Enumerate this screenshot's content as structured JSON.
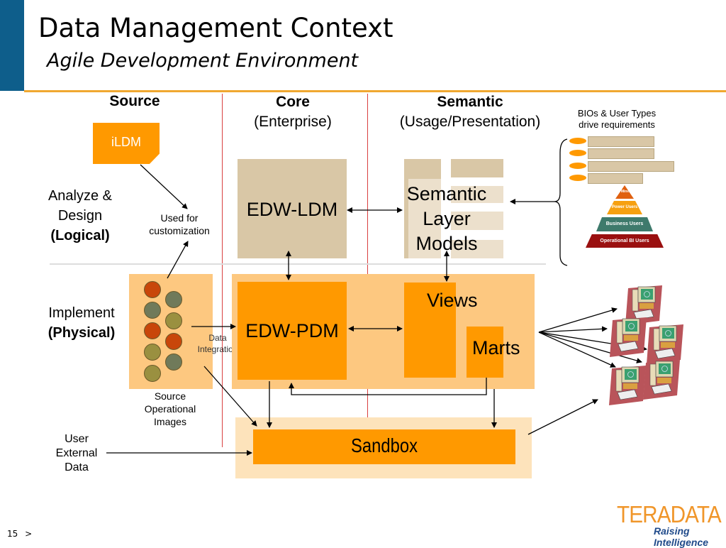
{
  "slide": {
    "title": "Data Management Context",
    "subtitle": "Agile Development Environment",
    "page_number": "15",
    "page_nav": ">"
  },
  "columns": {
    "source": {
      "title": "Source"
    },
    "core": {
      "title": "Core",
      "subtitle": "(Enterprise)"
    },
    "semantic": {
      "title": "Semantic",
      "subtitle": "(Usage/Presentation)"
    }
  },
  "rows": {
    "logical": {
      "line1": "Analyze &",
      "line2": "Design",
      "line3": "(Logical)"
    },
    "physical": {
      "line1": "Implement",
      "line2": "(Physical)"
    }
  },
  "boxes": {
    "ildm": "iLDM",
    "used_for_1": "Used for",
    "used_for_2": "customization",
    "edw_ldm": "EDW-LDM",
    "semantic_1": "Semantic",
    "semantic_2": "Layer",
    "semantic_3": "Models",
    "edw_pdm": "EDW-PDM",
    "views": "Views",
    "marts": "Marts",
    "data_integration_1": "Data",
    "data_integration_2": "Integration",
    "source_images_1": "Source",
    "source_images_2": "Operational",
    "source_images_3": "Images",
    "sandbox": "Sandbox",
    "user_ext_1": "User",
    "user_ext_2": "External",
    "user_ext_3": "Data"
  },
  "bios": {
    "line1": "BIOs & User Types",
    "line2": "drive requirements",
    "pyramid": [
      "IT Miners",
      "Power Users",
      "Business Users",
      "Operational BI Users"
    ]
  },
  "logo": {
    "brand": "TERADATA",
    "tagline": "Raising Intelligence"
  },
  "colors": {
    "orange": "#ff9900",
    "light_orange": "#fdc880",
    "tan": "#d9c7a6",
    "blue": "#0e5e8b",
    "divider": "#d94040"
  }
}
